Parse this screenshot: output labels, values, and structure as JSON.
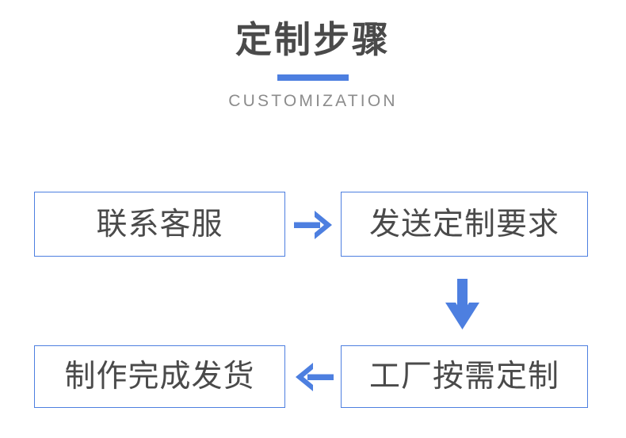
{
  "header": {
    "title": "定制步骤",
    "subtitle": "CUSTOMIZATION",
    "accent_color": "#4d7fe0",
    "title_color": "#4a4a4a",
    "subtitle_color": "#8c8c8c"
  },
  "flow": {
    "box_border_color": "#4d7fe0",
    "box_text_color": "#4a4a4a",
    "arrow_color": "#4d7fe0",
    "steps": [
      {
        "order": 1,
        "label": "联系客服"
      },
      {
        "order": 2,
        "label": "发送定制要求"
      },
      {
        "order": 3,
        "label": "工厂按需定制"
      },
      {
        "order": 4,
        "label": "制作完成发货"
      }
    ],
    "connectors": [
      {
        "name": "arrow-right-icon",
        "direction": "right",
        "from": 1,
        "to": 2
      },
      {
        "name": "arrow-down-icon",
        "direction": "down",
        "from": 2,
        "to": 3
      },
      {
        "name": "arrow-left-icon",
        "direction": "left",
        "from": 3,
        "to": 4
      }
    ]
  }
}
